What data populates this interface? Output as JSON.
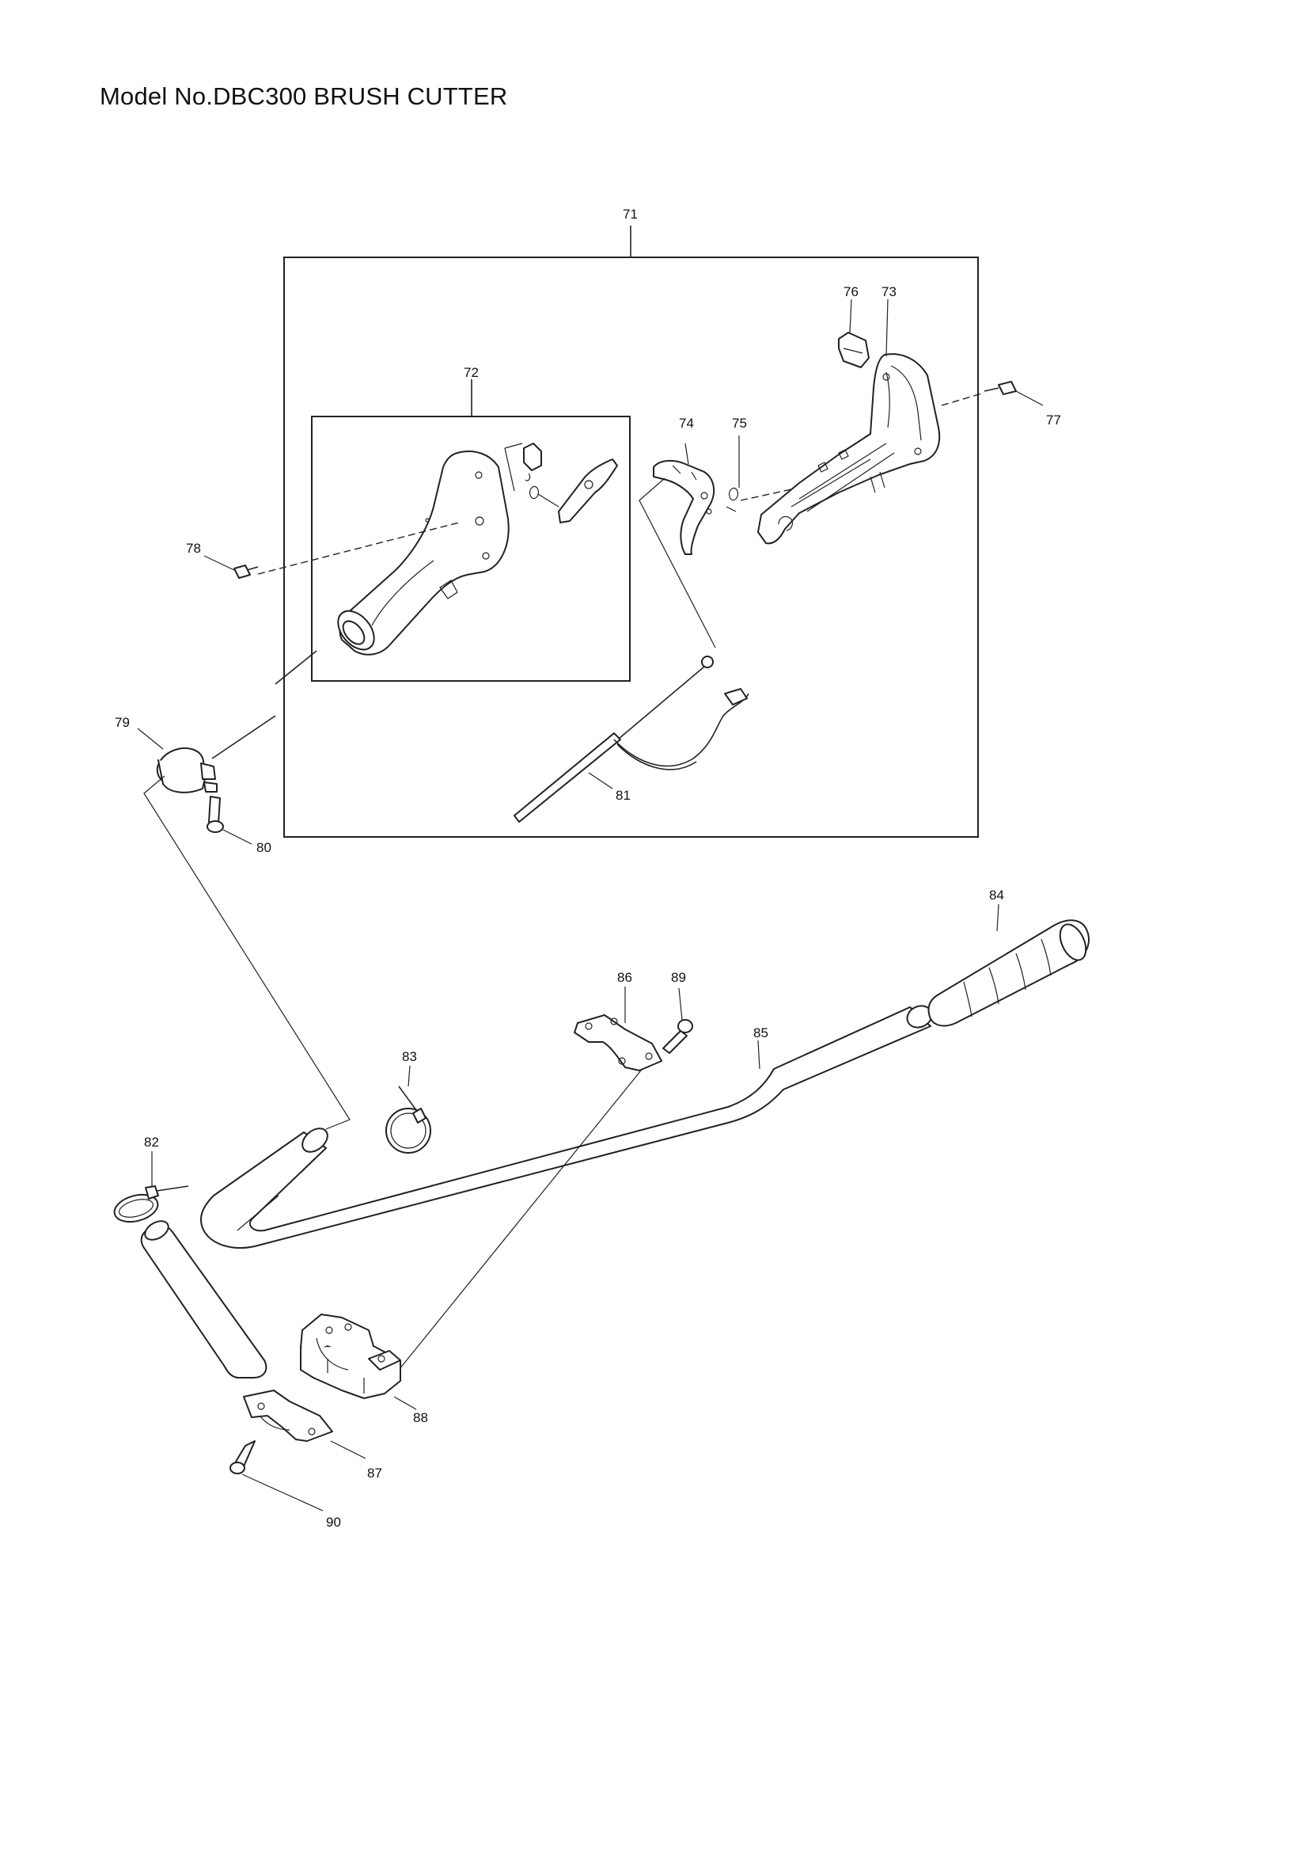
{
  "page": {
    "title": "Model No.DBC300 BRUSH CUTTER"
  },
  "callouts": {
    "c71": "71",
    "c72": "72",
    "c73": "73",
    "c74": "74",
    "c75": "75",
    "c76": "76",
    "c77": "77",
    "c78": "78",
    "c79": "79",
    "c80": "80",
    "c81": "81",
    "c82": "82",
    "c83": "83",
    "c84": "84",
    "c85": "85",
    "c86": "86",
    "c87": "87",
    "c88": "88",
    "c89": "89",
    "c90": "90"
  }
}
